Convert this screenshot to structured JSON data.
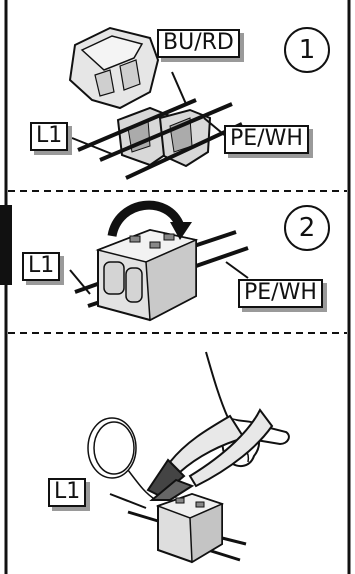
{
  "panels": [
    {
      "step": "1",
      "labels": {
        "bu_rd": "BU/RD",
        "l1": "L1",
        "pe_wh": "PE/WH"
      }
    },
    {
      "step": "2",
      "labels": {
        "l1": "L1",
        "pe_wh": "PE/WH"
      }
    },
    {
      "labels": {
        "l1": "L1"
      }
    }
  ],
  "colors": {
    "line": "#111111",
    "shadow": "#9a9a9a",
    "part": "#dcdcdc",
    "part_shade": "#a8a8a8"
  },
  "icons": [
    "rotate-arrow-icon",
    "pliers-icon",
    "hand-icon"
  ]
}
